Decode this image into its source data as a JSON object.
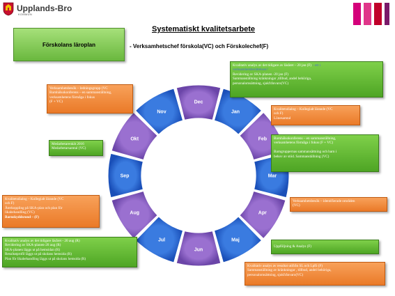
{
  "header": {
    "logo_text": "Upplands-Bro",
    "logo_subtext": "KOMMUN"
  },
  "title": "Systematiskt kvalitetsarbete",
  "subtitle": "- Verksamhetschef förskola(VC) och Förskolechef(F)",
  "laroplan_label": "Förskolans läroplan",
  "months": [
    "Jan",
    "Feb",
    "Mar",
    "Apr",
    "Maj",
    "Jun",
    "Jul",
    "Aug",
    "Sep",
    "Okt",
    "Nov",
    "Dec"
  ],
  "colors": {
    "ring_blue": "#1f5fcf",
    "ring_purple": "#8a5fc0",
    "note_green": "#5fb52e",
    "note_orange": "#f08a3a",
    "brand_magenta": "#d4007a",
    "brand_red": "#c0002a"
  },
  "notes": {
    "jan": {
      "line1": "Kvalitativ analys av det tidigare av läsåret – 20 jan (F)",
      "line1_tail": "– ett i",
      "line2": "verksamhetsberättelsen?",
      "line3": "Revidering av SKA-planen -20 jan (F)",
      "line4": "Sammanställning  kränkningar ,tillbud,  andel behöriga,",
      "line5": "personalomsättning, sjukfrånvaro(VC)"
    },
    "feb": {
      "line1": "Kvalitetsdialog – Kollegialt lärande (VC",
      "line2": "och F)",
      "line3": "Lönesamtal"
    },
    "mar": {
      "line1": "Barnhälsokonferens – en sammanställning,",
      "line2": "verksamhetens förmåga i fokus (F + VC)",
      "line3": "Barngruppernas sammansättning och barn  i",
      "line4": "behov av stöd. Sammanställning (VC)"
    },
    "apr": {
      "line1": "Verksamhetsbesök – identifierade områden",
      "line2": "(VC)"
    },
    "maj": {
      "line1": "Uppföljning & Analys (F)"
    },
    "jun": {
      "line1": "Kvalitativ analys av  resultat utifrån SL och Lpfö (F)",
      "line2": "Sammanställning av kränkningar , tillbud,  andel behöriga,",
      "line3": "personalomsättning, sjukfrånvaro(VC)"
    },
    "aug": {
      "line1": "Kvalitativ analys av det tidigare läsåret  - 20 aug (R)",
      "line2": "Revidering av SKA-planen-20 aug (R)",
      "line3": "SKA-planen läggs ut på hemsidan (R)",
      "line4": "Resultatprofil läggs ut på skolans hemsida (R)",
      "line5": "Plan för likabehandling läggs ut på skolans hemsida (R)"
    },
    "sep": {
      "line1": "Kvalitetsdialog – Kollegialt lärande  (VC",
      "line2": "och F)",
      "line3": "Återkoppling på SKA-plan och plan för",
      "line4": "likabehandling (VC)",
      "line5": "Barnskyddsrond – (F)"
    },
    "okt": {
      "line1": "Medarbetarenkät  2016",
      "line2": "Medarbetarsamtal (VC)"
    },
    "nov": {
      "line1": "Verksamhetsbesök – ledningsgrupp (VC",
      "line2": "Barnhälsokonferens – en sammanställning,",
      "line3": "verksamhetens förmåga i fokus",
      "line4": "(F + VC)"
    }
  }
}
